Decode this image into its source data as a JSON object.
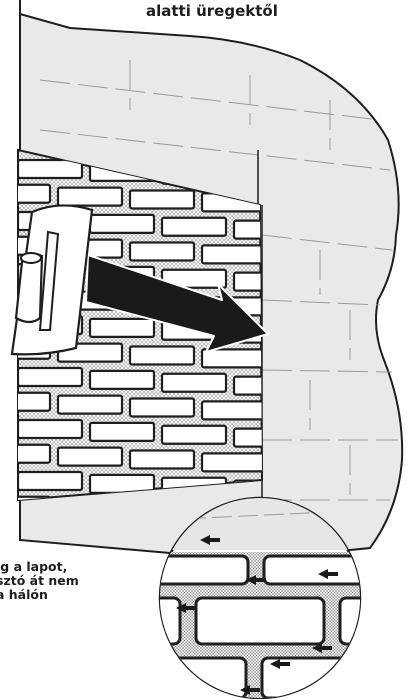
{
  "captions": {
    "top": "alatti üregektől",
    "bottom_lines": [
      "ig a lapot,",
      "sztó át nem",
      "a hálón"
    ]
  },
  "colors": {
    "outline": "#1e1e1e",
    "wall_panel": "#e9e9e9",
    "mesh": "#cfcfcf",
    "arrow": "#1a1a1a",
    "trowel": "#ffffff"
  }
}
